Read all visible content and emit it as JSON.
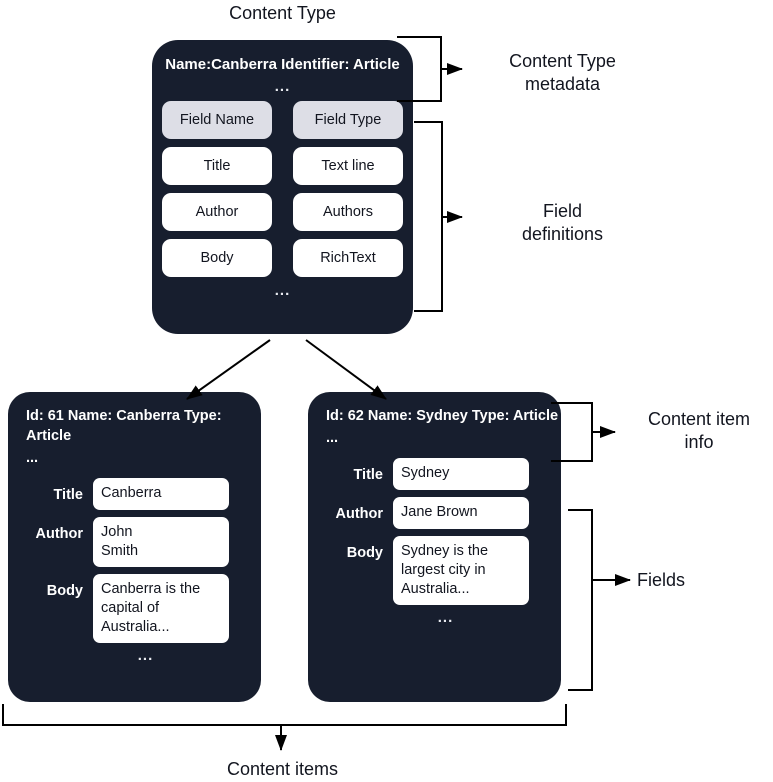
{
  "diagram": {
    "title": "Content Type",
    "bottom_caption": "Content items",
    "colors": {
      "card_bg": "#171E2E",
      "field_header_bg": "#DDDEE6",
      "field_bg": "#FFFFFF",
      "text_dark": "#12151F",
      "text_light": "#FFFFFF",
      "line": "#000000"
    }
  },
  "content_type": {
    "metadata_lines": "Name:Canberra\nIdentifier: Article",
    "metadata_ellipsis": "...",
    "field_table": {
      "headers": [
        "Field Name",
        "Field Type"
      ],
      "rows": [
        [
          "Title",
          "Text line"
        ],
        [
          "Author",
          "Authors"
        ],
        [
          "Body",
          "RichText"
        ]
      ]
    },
    "fields_ellipsis": "..."
  },
  "annotations": {
    "content_type_metadata": "Content Type\nmetadata",
    "field_definitions": "Field\ndefinitions",
    "content_item_info": "Content item\ninfo",
    "fields": "Fields"
  },
  "content_items": [
    {
      "info": "Id: 61\nName: Canberra\nType: Article",
      "info_ellipsis": "...",
      "fields": [
        {
          "label": "Title",
          "value": "Canberra"
        },
        {
          "label": "Author",
          "value": "John\nSmith"
        },
        {
          "label": "Body",
          "value": "Canberra is the\ncapital of\nAustralia..."
        }
      ],
      "fields_ellipsis": "..."
    },
    {
      "info": "Id: 62\nName: Sydney\nType: Article",
      "info_ellipsis": "...",
      "fields": [
        {
          "label": "Title",
          "value": "Sydney"
        },
        {
          "label": "Author",
          "value": "Jane Brown"
        },
        {
          "label": "Body",
          "value": "Sydney is the\nlargest city in\nAustralia..."
        }
      ],
      "fields_ellipsis": "..."
    }
  ]
}
